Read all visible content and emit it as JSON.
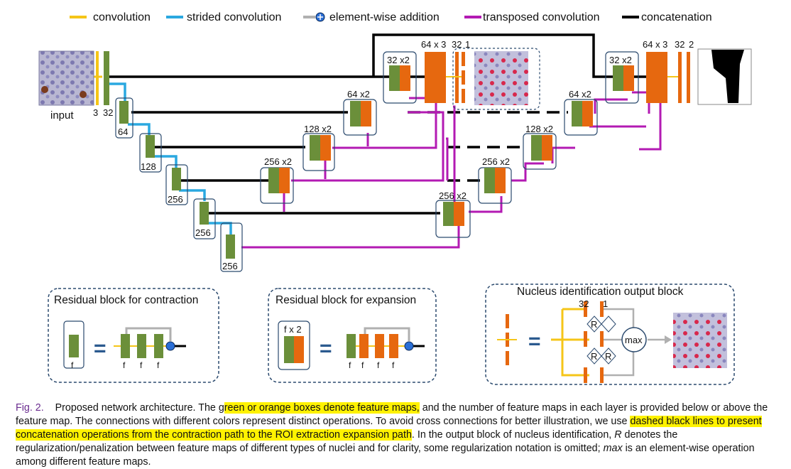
{
  "legend": [
    {
      "label": "convolution",
      "color": "#f5c518"
    },
    {
      "label": "strided convolution",
      "color": "#2aa8e0"
    },
    {
      "label": "element-wise addition",
      "color": "#b0b0b0"
    },
    {
      "label": "transposed convolution",
      "color": "#b31ab3"
    },
    {
      "label": "concatenation",
      "color": "#000000"
    }
  ],
  "colors": {
    "green": "#6b8f3a",
    "orange": "#e6680f",
    "panel": "#2b4a6e"
  },
  "network": {
    "input_label": "input",
    "input_channels": "3",
    "first_conv": "32",
    "down_labels": [
      "64",
      "128",
      "256",
      "256",
      "256"
    ],
    "up_labels": [
      "256 x2",
      "256 x2",
      "128 x2",
      "64 x2",
      "32 x2"
    ],
    "up_labels_right": [
      "256 x2",
      "128 x2",
      "64 x2",
      "32 x2"
    ],
    "top_left": {
      "size": "64 x 3",
      "mid": "32",
      "one": "1"
    },
    "top_right": {
      "size": "64 x 3",
      "mid": "32",
      "two": "2"
    }
  },
  "blocks": {
    "contraction": {
      "title": "Residual block for contraction",
      "f_label": "f",
      "eq": "=",
      "f_seq": [
        "f",
        "f",
        "f"
      ]
    },
    "expansion": {
      "title": "Residual block for expansion",
      "fx2": "f x 2",
      "eq": "=",
      "f_seq": [
        "f",
        "f",
        "f",
        "f"
      ]
    },
    "nucleus": {
      "title": "Nucleus identification output block",
      "eq": "=",
      "n32": "32",
      "n1": "1",
      "r": "R",
      "max": "max"
    }
  },
  "caption": {
    "fig": "Fig. 2.",
    "p1": "Proposed network architecture. The g",
    "h1": "reen or orange boxes denote feature maps,",
    "p2": " and the number of feature maps in each layer is provided below or above the feature map. The connections with different colors represent distinct operations. To avoid cross connections for better illustration, we use ",
    "h2": "dashed black lines to present concatenation operations from the contraction path to the ROI extraction expansion path",
    "p3": ". In the output block of nucleus identification, ",
    "r": "R",
    "p4": " denotes the regularization/penalization between feature maps of different types of nuclei and for clarity, some regularization notation is omitted; ",
    "max": "max",
    "p5": " is an element-wise operation among different feature maps."
  }
}
